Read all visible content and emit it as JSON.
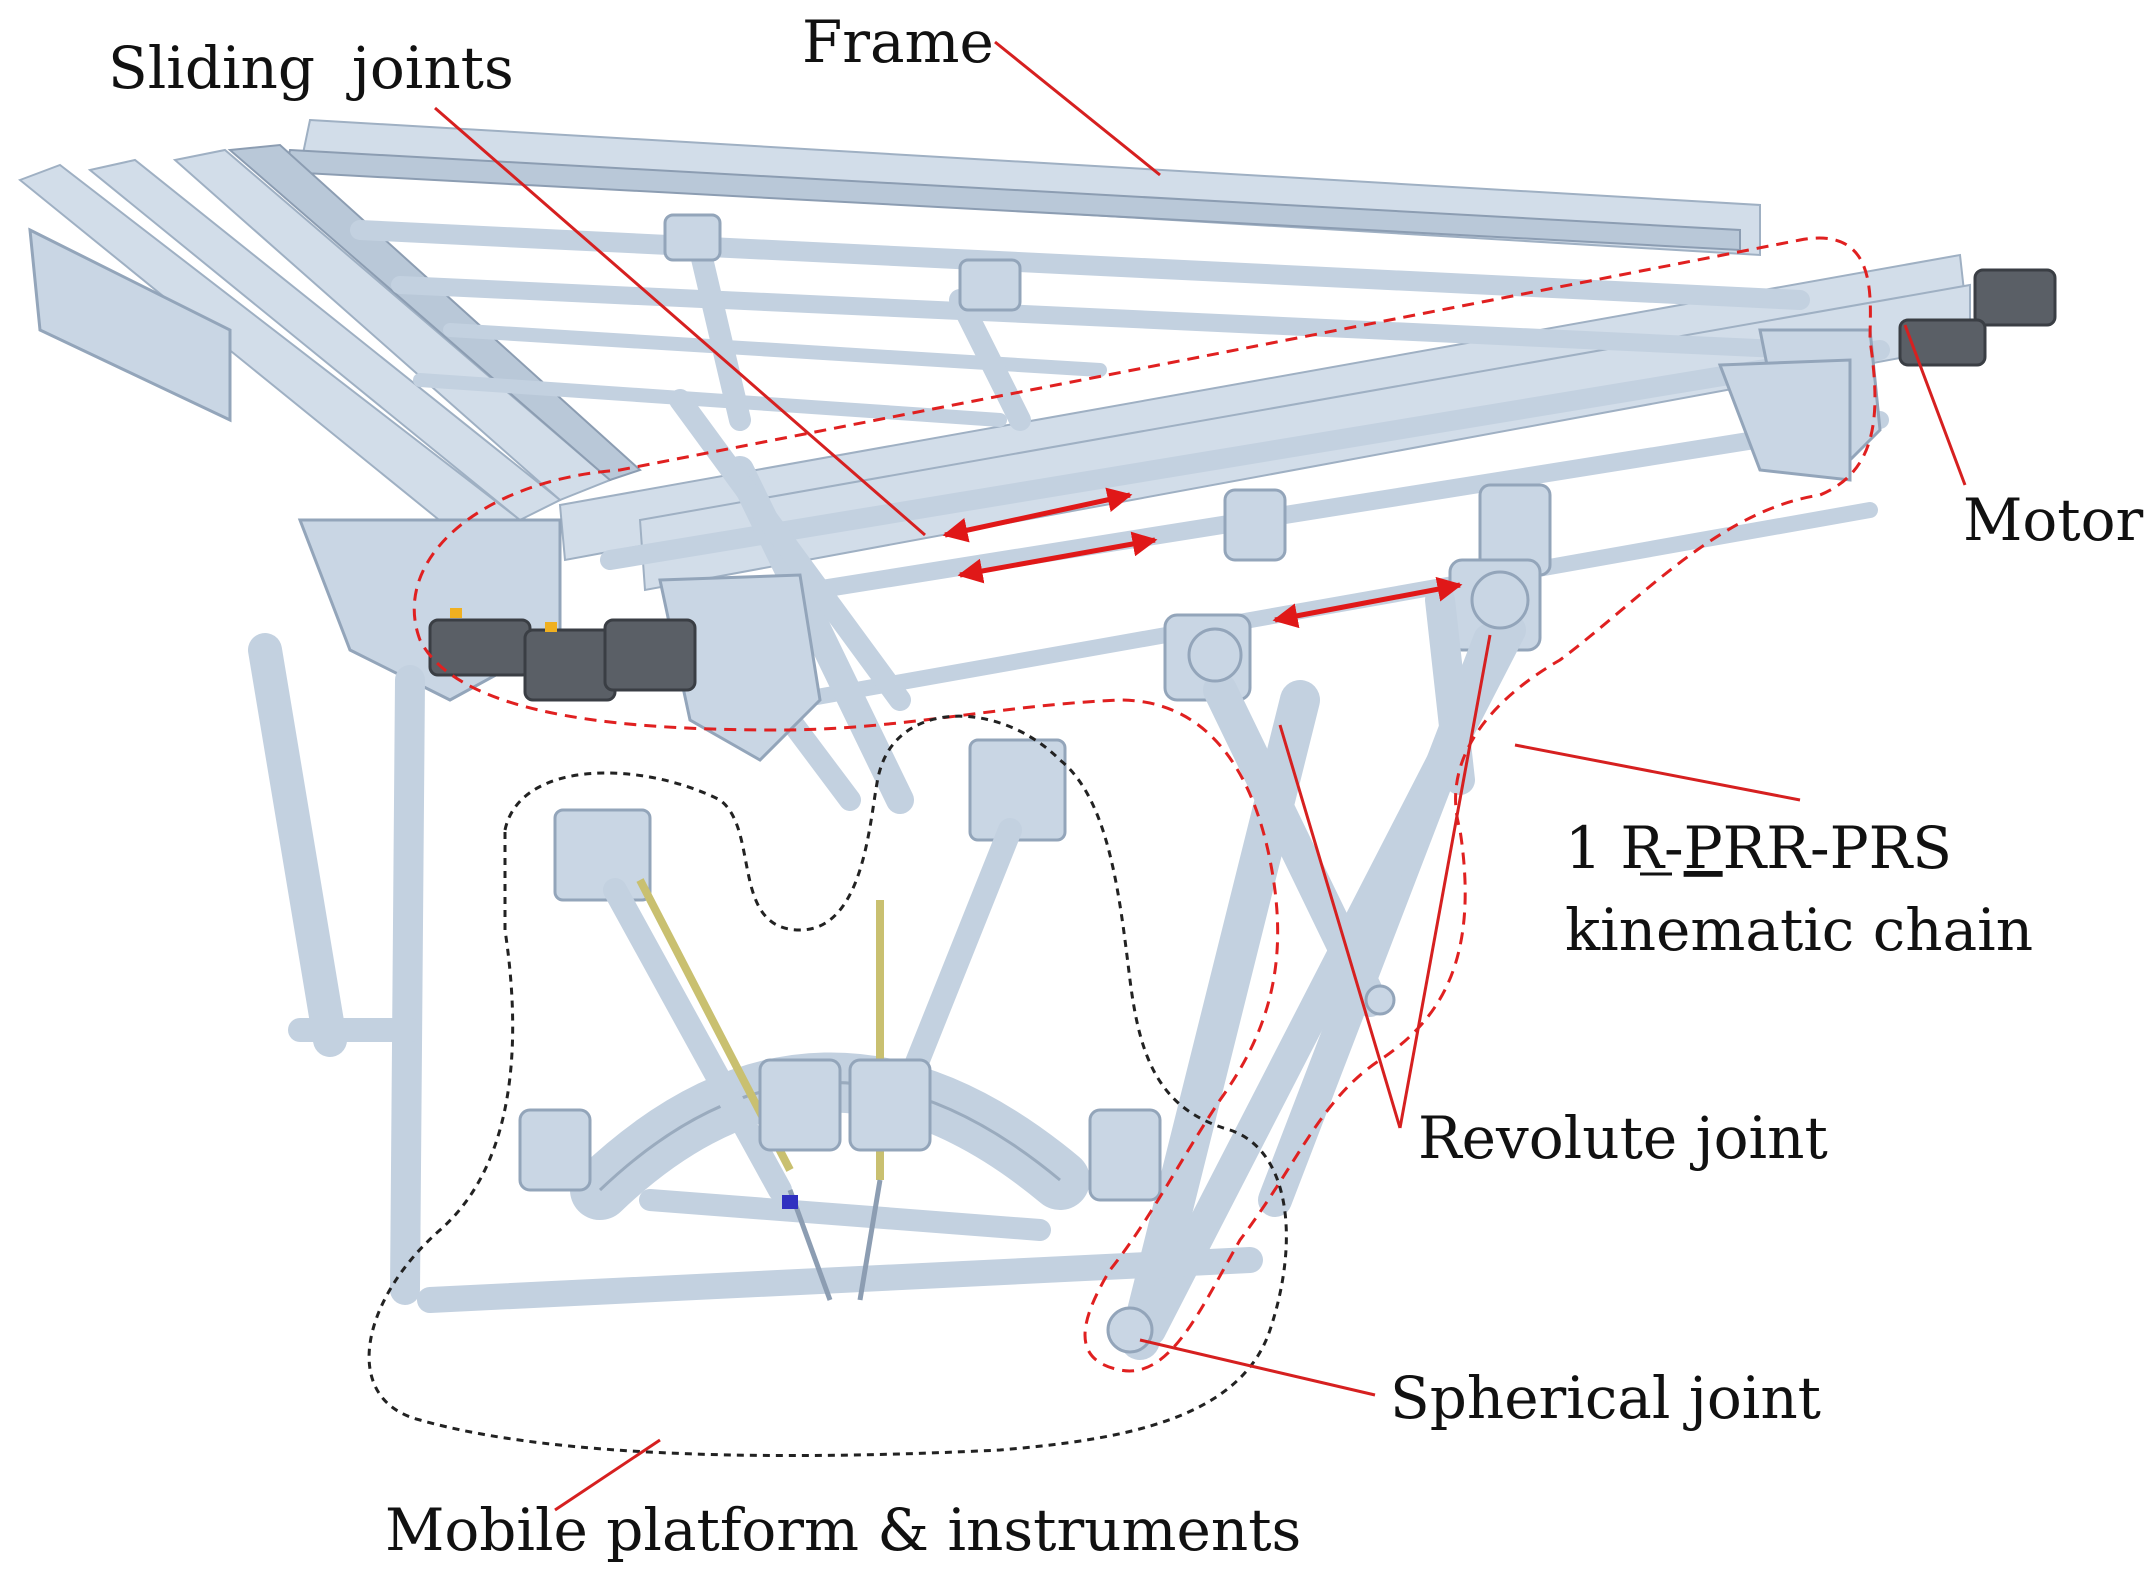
{
  "labels": {
    "sliding_joints": "Sliding  joints",
    "frame": "Frame",
    "motor": "Motor",
    "chain_prefix": "1 R-",
    "chain_underlined": "P",
    "chain_suffix": "RR-PRS",
    "chain_line2": "kinematic chain",
    "revolute_joint": "Revolute joint",
    "spherical_joint": "Spherical joint",
    "mobile_platform": "Mobile platform & instruments"
  },
  "colors": {
    "leader_lines": "#d62020",
    "chain_outline": "#e02020",
    "platform_outline": "#222222",
    "aluminium": "#d2dde9",
    "motor": "#5a5f66"
  }
}
